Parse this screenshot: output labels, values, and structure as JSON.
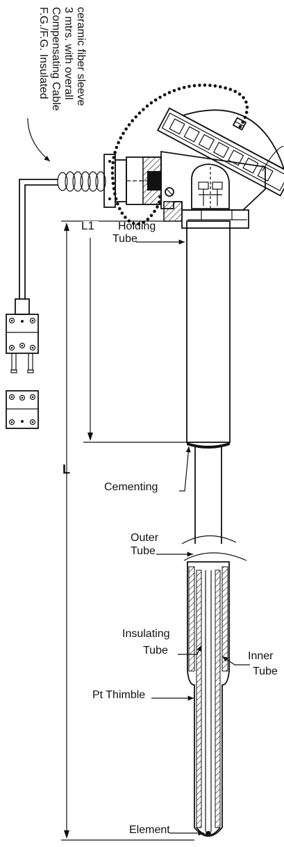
{
  "cable_note": {
    "lines": [
      "F.G./F.G. Insulated",
      "Compensating Cable",
      "3 mtrs. with overall",
      "ceramic fiber sleeve"
    ]
  },
  "dimensions": {
    "l1": "L1",
    "l": "L"
  },
  "labels": {
    "holding_tube": [
      "Holding",
      "Tube"
    ],
    "cementing": "Cementing",
    "outer_tube": [
      "Outer",
      "Tube"
    ],
    "insulating_tube": [
      "Insulating",
      "Tube"
    ],
    "inner_tube": [
      "Inner",
      "Tube"
    ],
    "pt_thimble": "Pt Thimble",
    "element": "Element"
  }
}
